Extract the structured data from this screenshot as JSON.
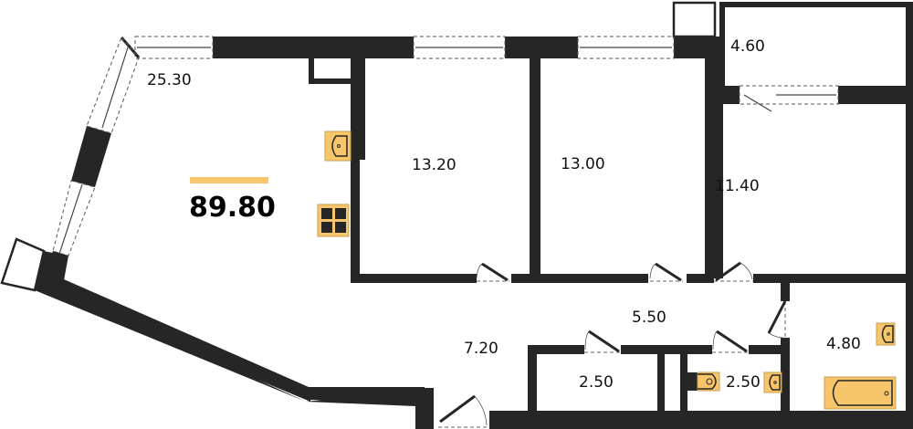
{
  "plan": {
    "total_area": "89.80",
    "accent_color": "#f7c56a",
    "wall_color": "#262626",
    "rooms": [
      {
        "id": "living-kitchen",
        "area": "25.30"
      },
      {
        "id": "bedroom-1",
        "area": "13.20"
      },
      {
        "id": "bedroom-2",
        "area": "13.00"
      },
      {
        "id": "bedroom-3",
        "area": "11.40"
      },
      {
        "id": "balcony",
        "area": "4.60"
      },
      {
        "id": "corridor",
        "area": "5.50"
      },
      {
        "id": "hallway",
        "area": "7.20"
      },
      {
        "id": "storage",
        "area": "2.50"
      },
      {
        "id": "wc",
        "area": "2.50"
      },
      {
        "id": "bathroom",
        "area": "4.80"
      }
    ],
    "icons": [
      "sink-icon",
      "stove-icon",
      "toilet-icon",
      "bathtub-icon"
    ]
  }
}
